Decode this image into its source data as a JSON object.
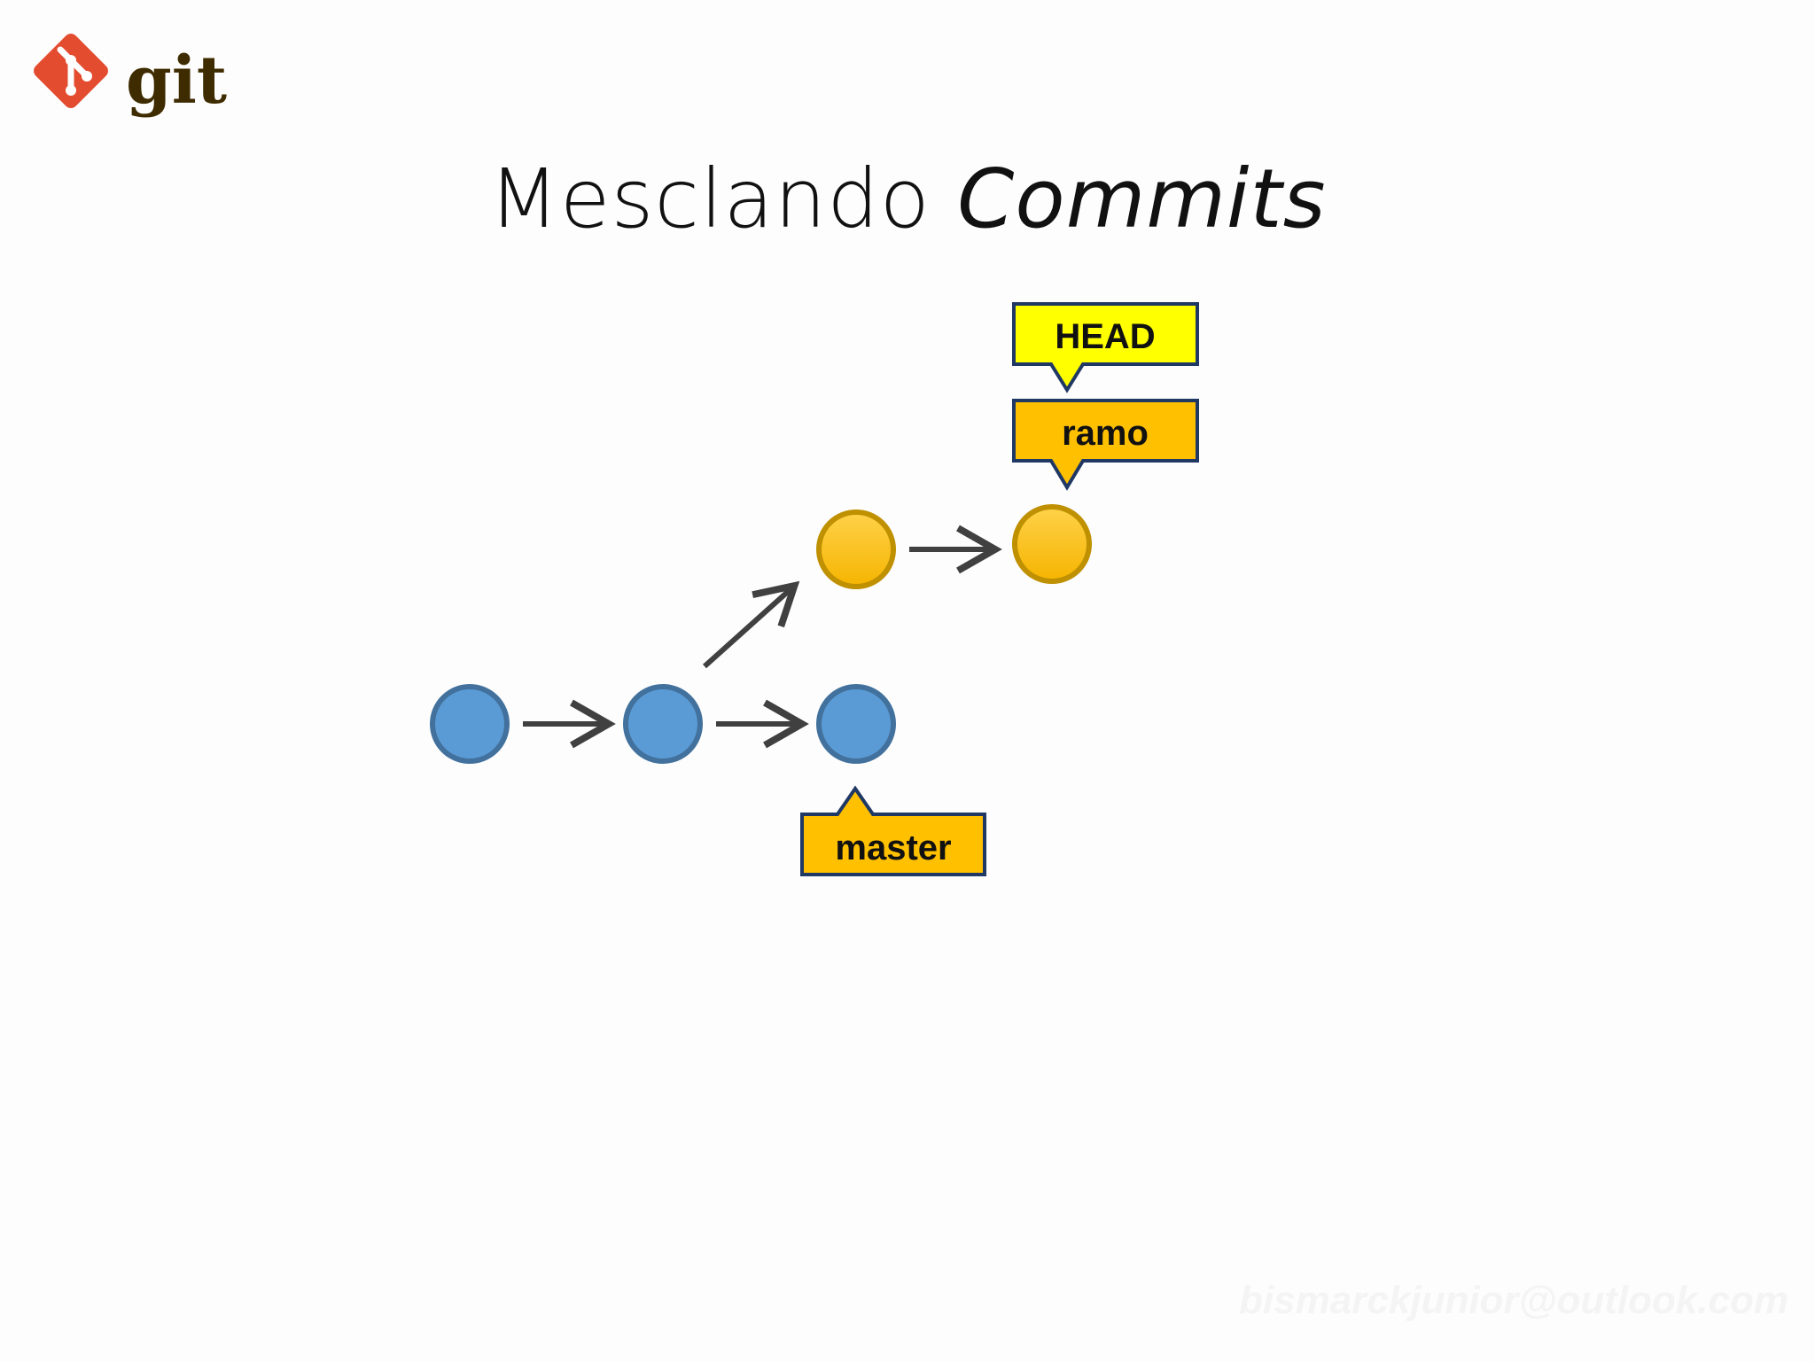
{
  "logo": {
    "text": "git",
    "icon": "git-logo-icon"
  },
  "title": {
    "regular": "Mesclando ",
    "italic": "Commits"
  },
  "labels": {
    "head": "HEAD",
    "ramo": "ramo",
    "master": "master"
  },
  "watermark": "bismarckjunior@outlook.com",
  "colors": {
    "commit_master_fill": "#5b9bd5",
    "commit_master_stroke": "#41719c",
    "commit_branch_fill": "#ffc000",
    "commit_branch_stroke": "#bf9000",
    "head_fill": "#ffff00",
    "branch_tag_fill": "#ffc000",
    "tag_stroke": "#1f3864",
    "arrow": "#404040",
    "git_red": "#e44c30",
    "git_text": "#3e2c00"
  }
}
